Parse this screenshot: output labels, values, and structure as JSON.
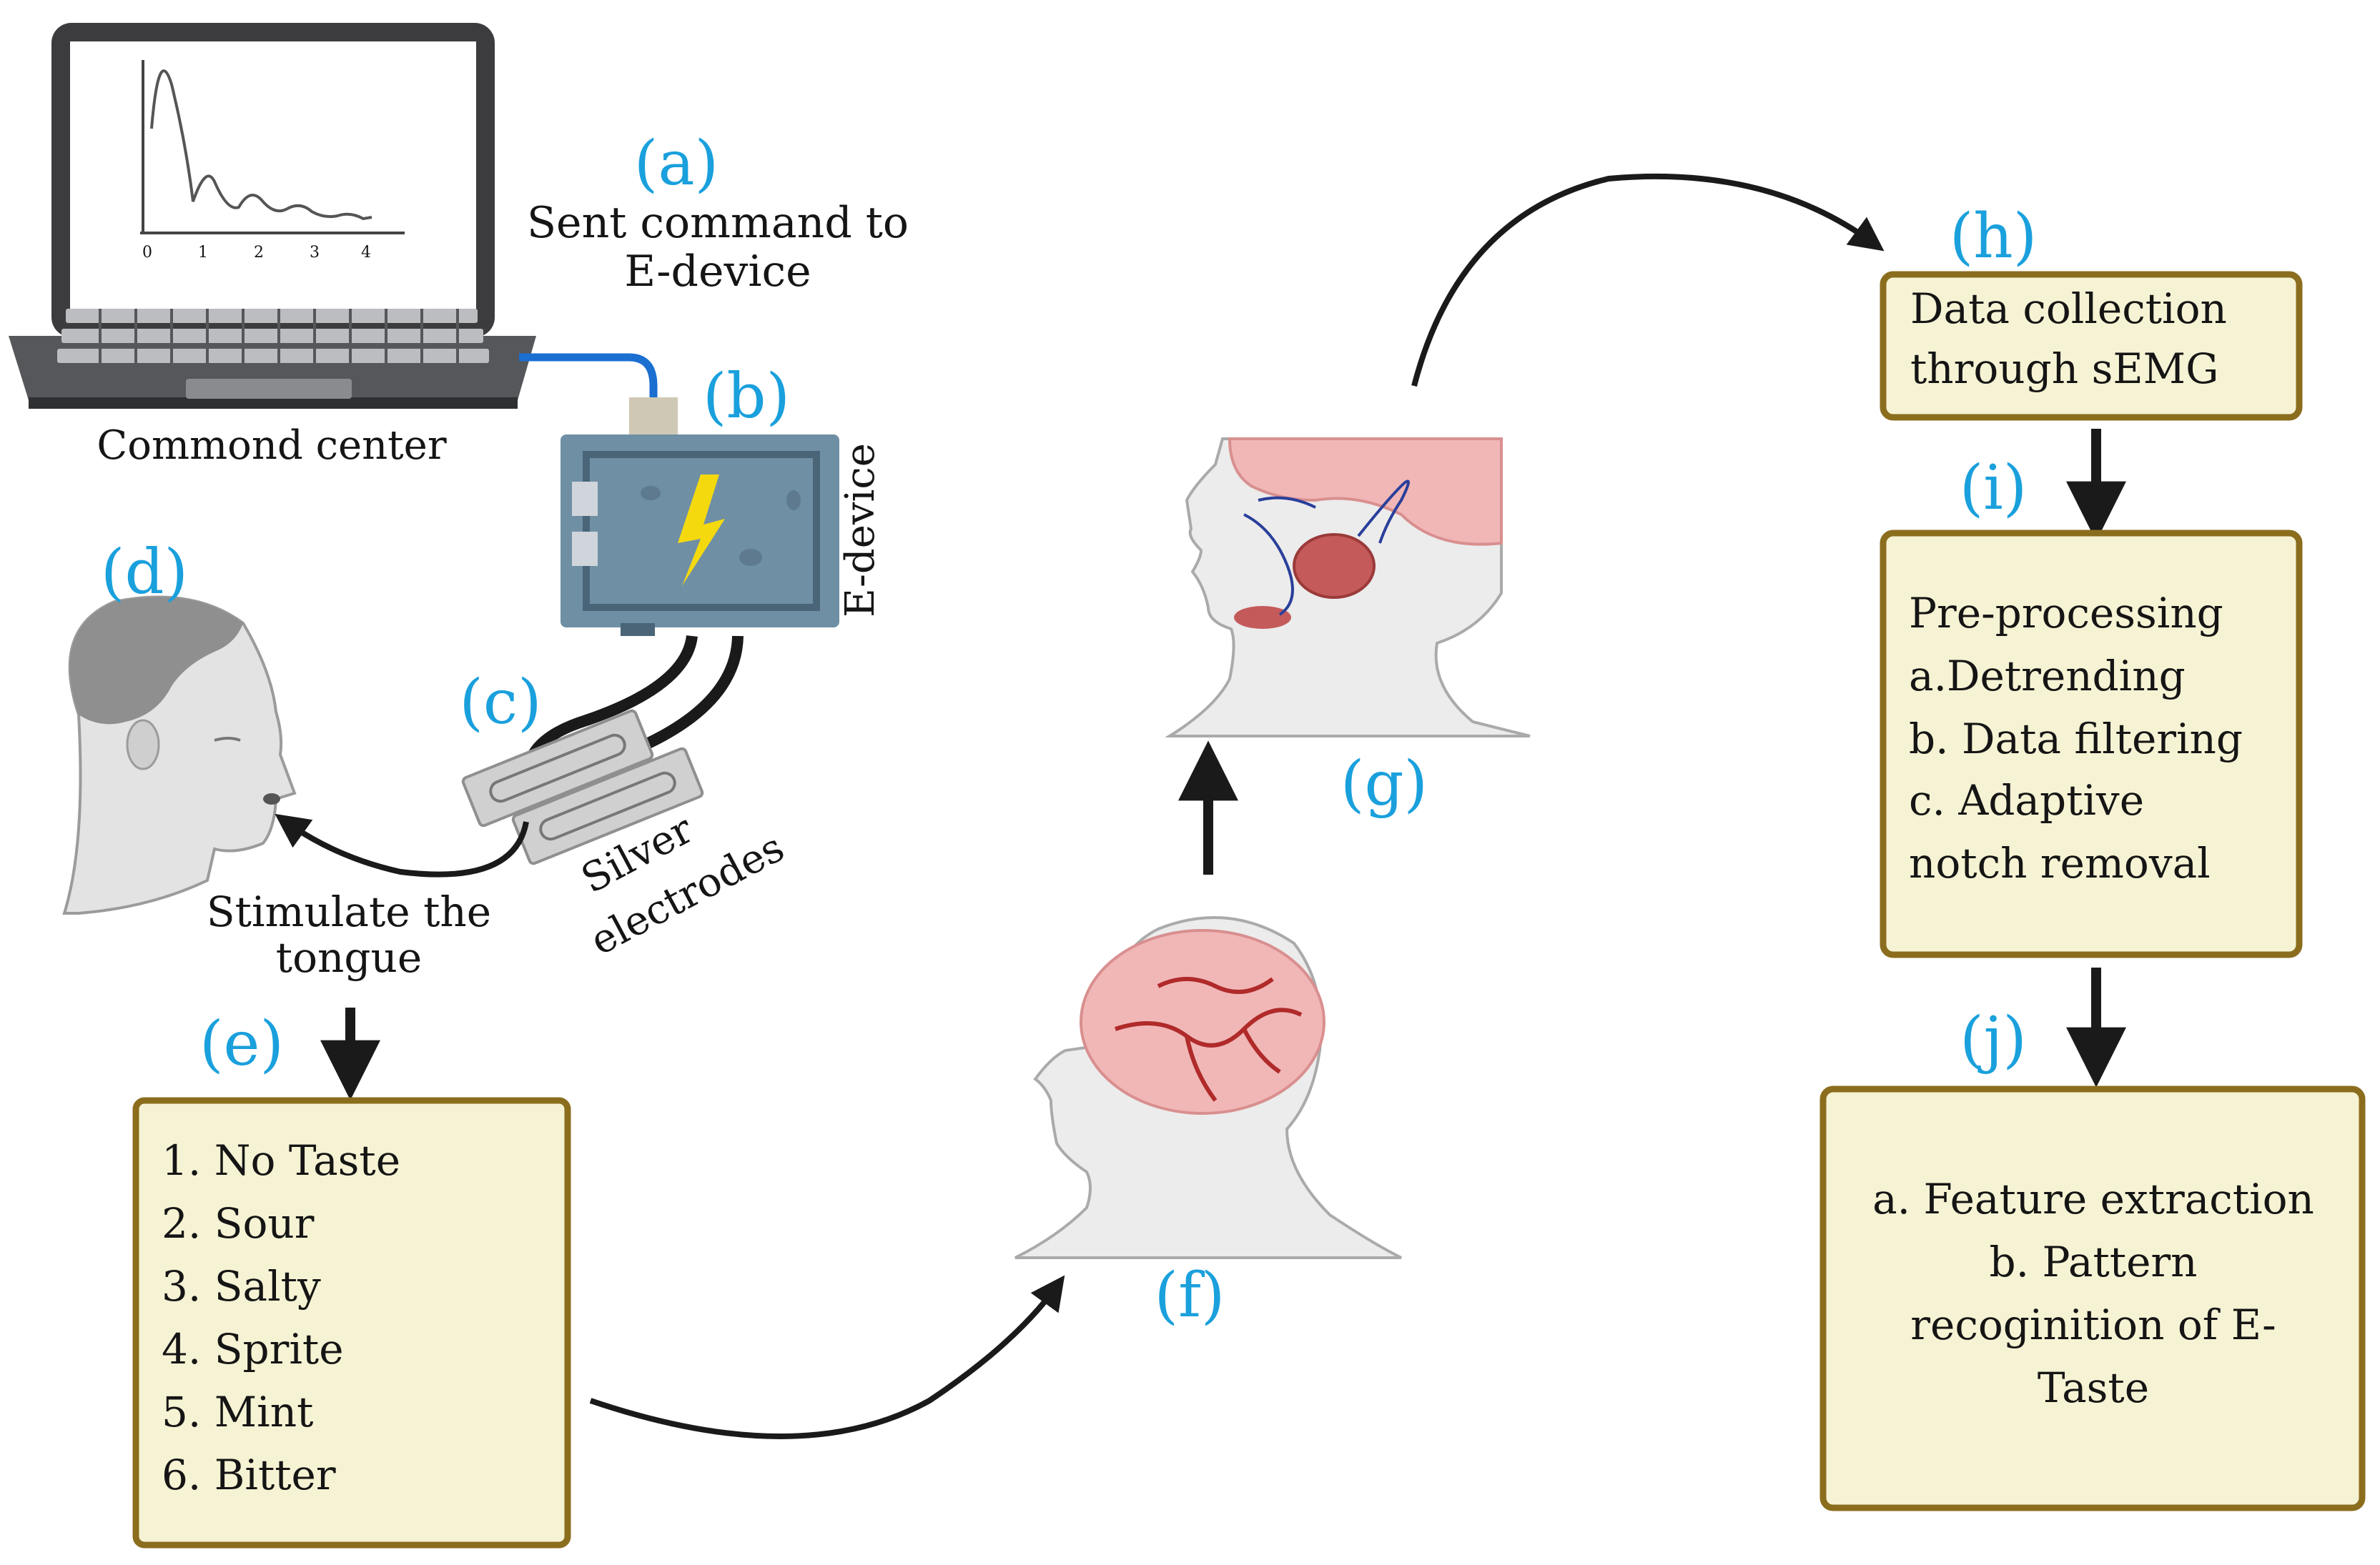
{
  "labels": {
    "a": "(a)",
    "b": "(b)",
    "c": "(c)",
    "d": "(d)",
    "e": "(e)",
    "f": "(f)",
    "g": "(g)",
    "h": "(h)",
    "i": "(i)",
    "j": "(j)"
  },
  "laptop": {
    "caption": "Commond center",
    "plot_ticks": [
      "0",
      "1",
      "2",
      "3",
      "4"
    ]
  },
  "command": {
    "line1": "Sent command to",
    "line2": "E-device"
  },
  "edevice": {
    "label": "E-device"
  },
  "electrodes": {
    "line1": "Silver",
    "line2": "electrodes"
  },
  "stimulate": {
    "line1": "Stimulate the",
    "line2": "tongue"
  },
  "tastes": [
    "1. No Taste",
    "2. Sour",
    "3. Salty",
    "4. Sprite",
    "5. Mint",
    "6. Bitter"
  ],
  "box_h": {
    "line1": "Data collection",
    "line2": "through sEMG"
  },
  "box_i": [
    "Pre-processing",
    "a.Detrending",
    "b. Data filtering",
    "c. Adaptive",
    "notch removal"
  ],
  "box_j": [
    "a. Feature extraction",
    "b. Pattern",
    "recoginition of E-",
    "Taste"
  ],
  "colors": {
    "label_blue": "#1aa0dc",
    "box_fill": "#f6f3d4",
    "box_border": "#8b6d1e",
    "cable_blue": "#1a6fd0",
    "bolt_yellow": "#f5d90f",
    "vessel_red": "#b02a2a"
  }
}
